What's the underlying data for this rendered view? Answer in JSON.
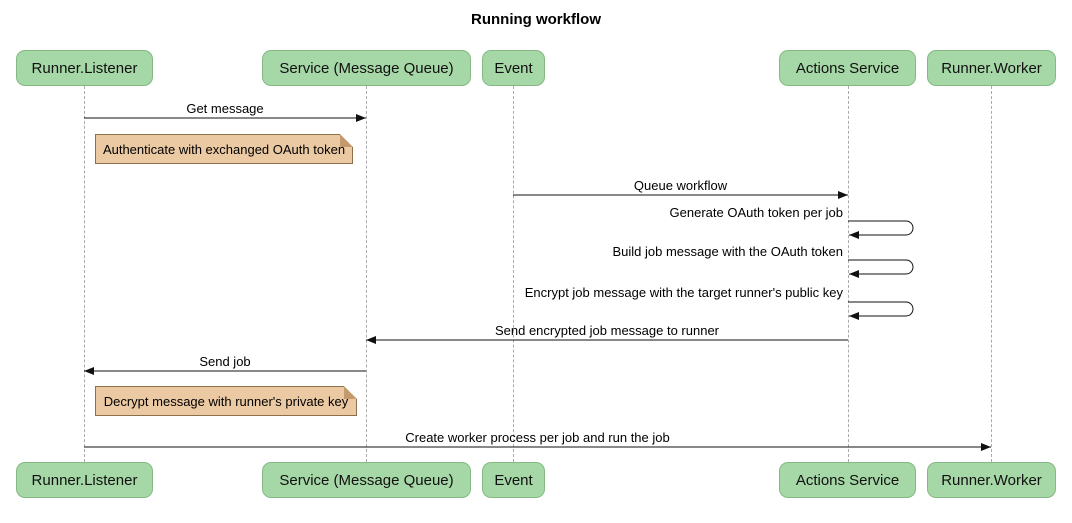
{
  "title": "Running workflow",
  "actors": [
    "Runner.Listener",
    "Service (Message Queue)",
    "Event",
    "Actions Service",
    "Runner.Worker"
  ],
  "messages": {
    "get_message": "Get message",
    "queue_workflow": "Queue workflow",
    "generate_token": "Generate OAuth token per job",
    "build_job_message": "Build job message with the OAuth token",
    "encrypt_job_message": "Encrypt job message with the target runner's public key",
    "send_encrypted": "Send encrypted job message to runner",
    "send_job": "Send job",
    "create_worker": "Create worker process per job and run the job"
  },
  "notes": {
    "authenticate": "Authenticate with exchanged OAuth token",
    "decrypt": "Decrypt message with runner's private key"
  },
  "colors": {
    "actor_fill": "#a6d7a6",
    "actor_border": "#84b984",
    "note_fill": "#ebc9a2",
    "note_border": "#8c6f4b",
    "note_fold": "#c49a6c",
    "lifeline": "#aaaaaa",
    "arrow": "#111111",
    "background": "#ffffff"
  }
}
